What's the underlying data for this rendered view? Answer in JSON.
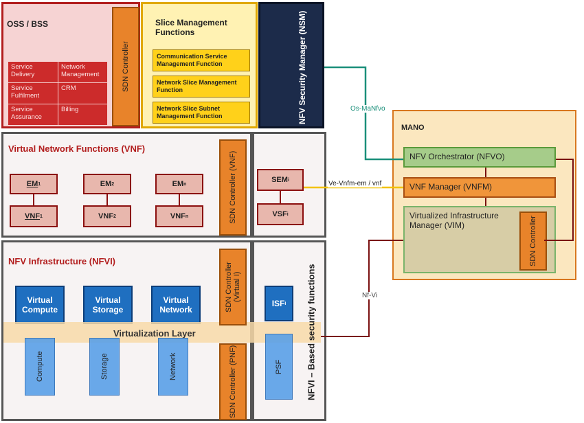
{
  "oss": {
    "title": "OSS / BSS",
    "cells": [
      {
        "left": "Service Delivery",
        "right": "Network Management"
      },
      {
        "left": "Service Fulfilment",
        "right": "CRM"
      },
      {
        "left": "Service Assurance",
        "right": "Billing"
      }
    ],
    "sdn": "SDN Controller"
  },
  "slice": {
    "title": "Slice Management Functions",
    "items": [
      "Communication Service Management Function",
      "Network Slice Management Function",
      "Network Slice Subnet Management Function"
    ]
  },
  "nsm": "NFV Security Manager (NSM)",
  "vnf": {
    "title": "Virtual Network Functions (VNF)",
    "em": [
      {
        "base": "EM",
        "sub": "1"
      },
      {
        "base": "EM",
        "sub": "2"
      },
      {
        "base": "EM",
        "sub": "n"
      }
    ],
    "vnfs": [
      {
        "base": "VNF",
        "sub": "1"
      },
      {
        "base": "VNF",
        "sub": "2"
      },
      {
        "base": "VNF",
        "sub": "n"
      }
    ],
    "sdn": "SDN Controller (VNF)",
    "sem": {
      "base": "SEM",
      "sub": "i"
    },
    "vsf": {
      "base": "VSF",
      "sub": "i"
    }
  },
  "nfvi": {
    "title": "NFV Infrastructure (NFVI)",
    "virtual": [
      "Virtual Compute",
      "Virtual Storage",
      "Virtual Network"
    ],
    "layer": "Virtualization Layer",
    "physical": [
      "Compute",
      "Storage",
      "Network"
    ],
    "sdn_virtual": "SDN Controller (Virtual I)",
    "sdn_pnf": "SDN Controller (PNF)",
    "isf": {
      "base": "ISF",
      "sub": "i"
    },
    "psf": "PSF",
    "security": "NFVI – Based security functions"
  },
  "mano": {
    "title": "MANO",
    "nfvo": "NFV Orchestrator (NFVO)",
    "vnfm": "VNF Manager (VNFM)",
    "vim": "Virtualized Infrastructure Manager (VIM)",
    "sdn": "SDN Controller"
  },
  "links": {
    "os_ma": "Os-MaNfvo",
    "ve_vnfm": "Ve-Vnfm-em / vnf",
    "nf_vi": "Nf-Vi"
  },
  "colors": {
    "oss_bg": "#f6d3d3",
    "slice_bg": "#fff2b3",
    "nsm_bg": "#1c2b4a",
    "mano_bg": "#fbe7bf",
    "link_green": "#1a8f7a",
    "link_yellow": "#f2c200",
    "link_red": "#7a1010"
  }
}
